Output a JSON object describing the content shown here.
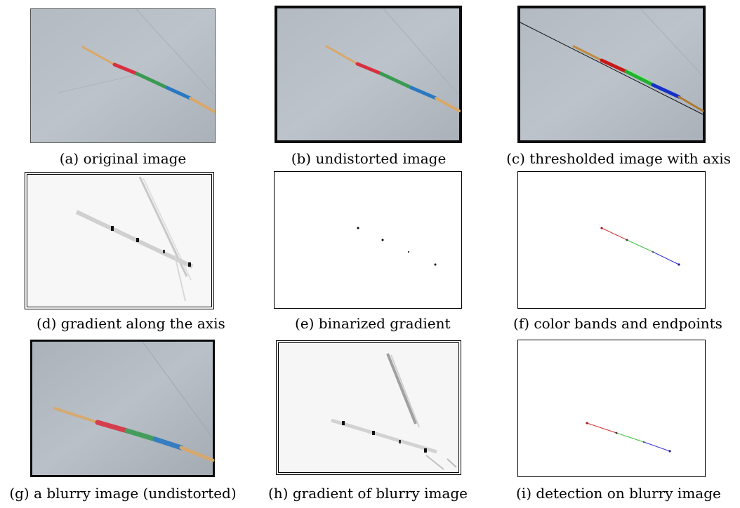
{
  "figure": {
    "captions": {
      "a": "(a) original image",
      "b": "(b) undistorted image",
      "c": "(c) thresholded image with axis",
      "d": "(d) gradient along the axis",
      "e": "(e) binarized gradient",
      "f": "(f) color bands and endpoints",
      "g": "(g) a blurry image (undistorted)",
      "h": "(h) gradient of blurry image",
      "i": "(i) detection on blurry image"
    },
    "colors": {
      "photo_bg": "#b7bec6",
      "stick_tan": "#d9a868",
      "band_red": "#d83040",
      "band_green": "#3a9a52",
      "band_blue": "#2a78c0",
      "axis_red": "#d03030",
      "axis_green": "#40c040",
      "axis_blue": "#3030d0"
    }
  }
}
